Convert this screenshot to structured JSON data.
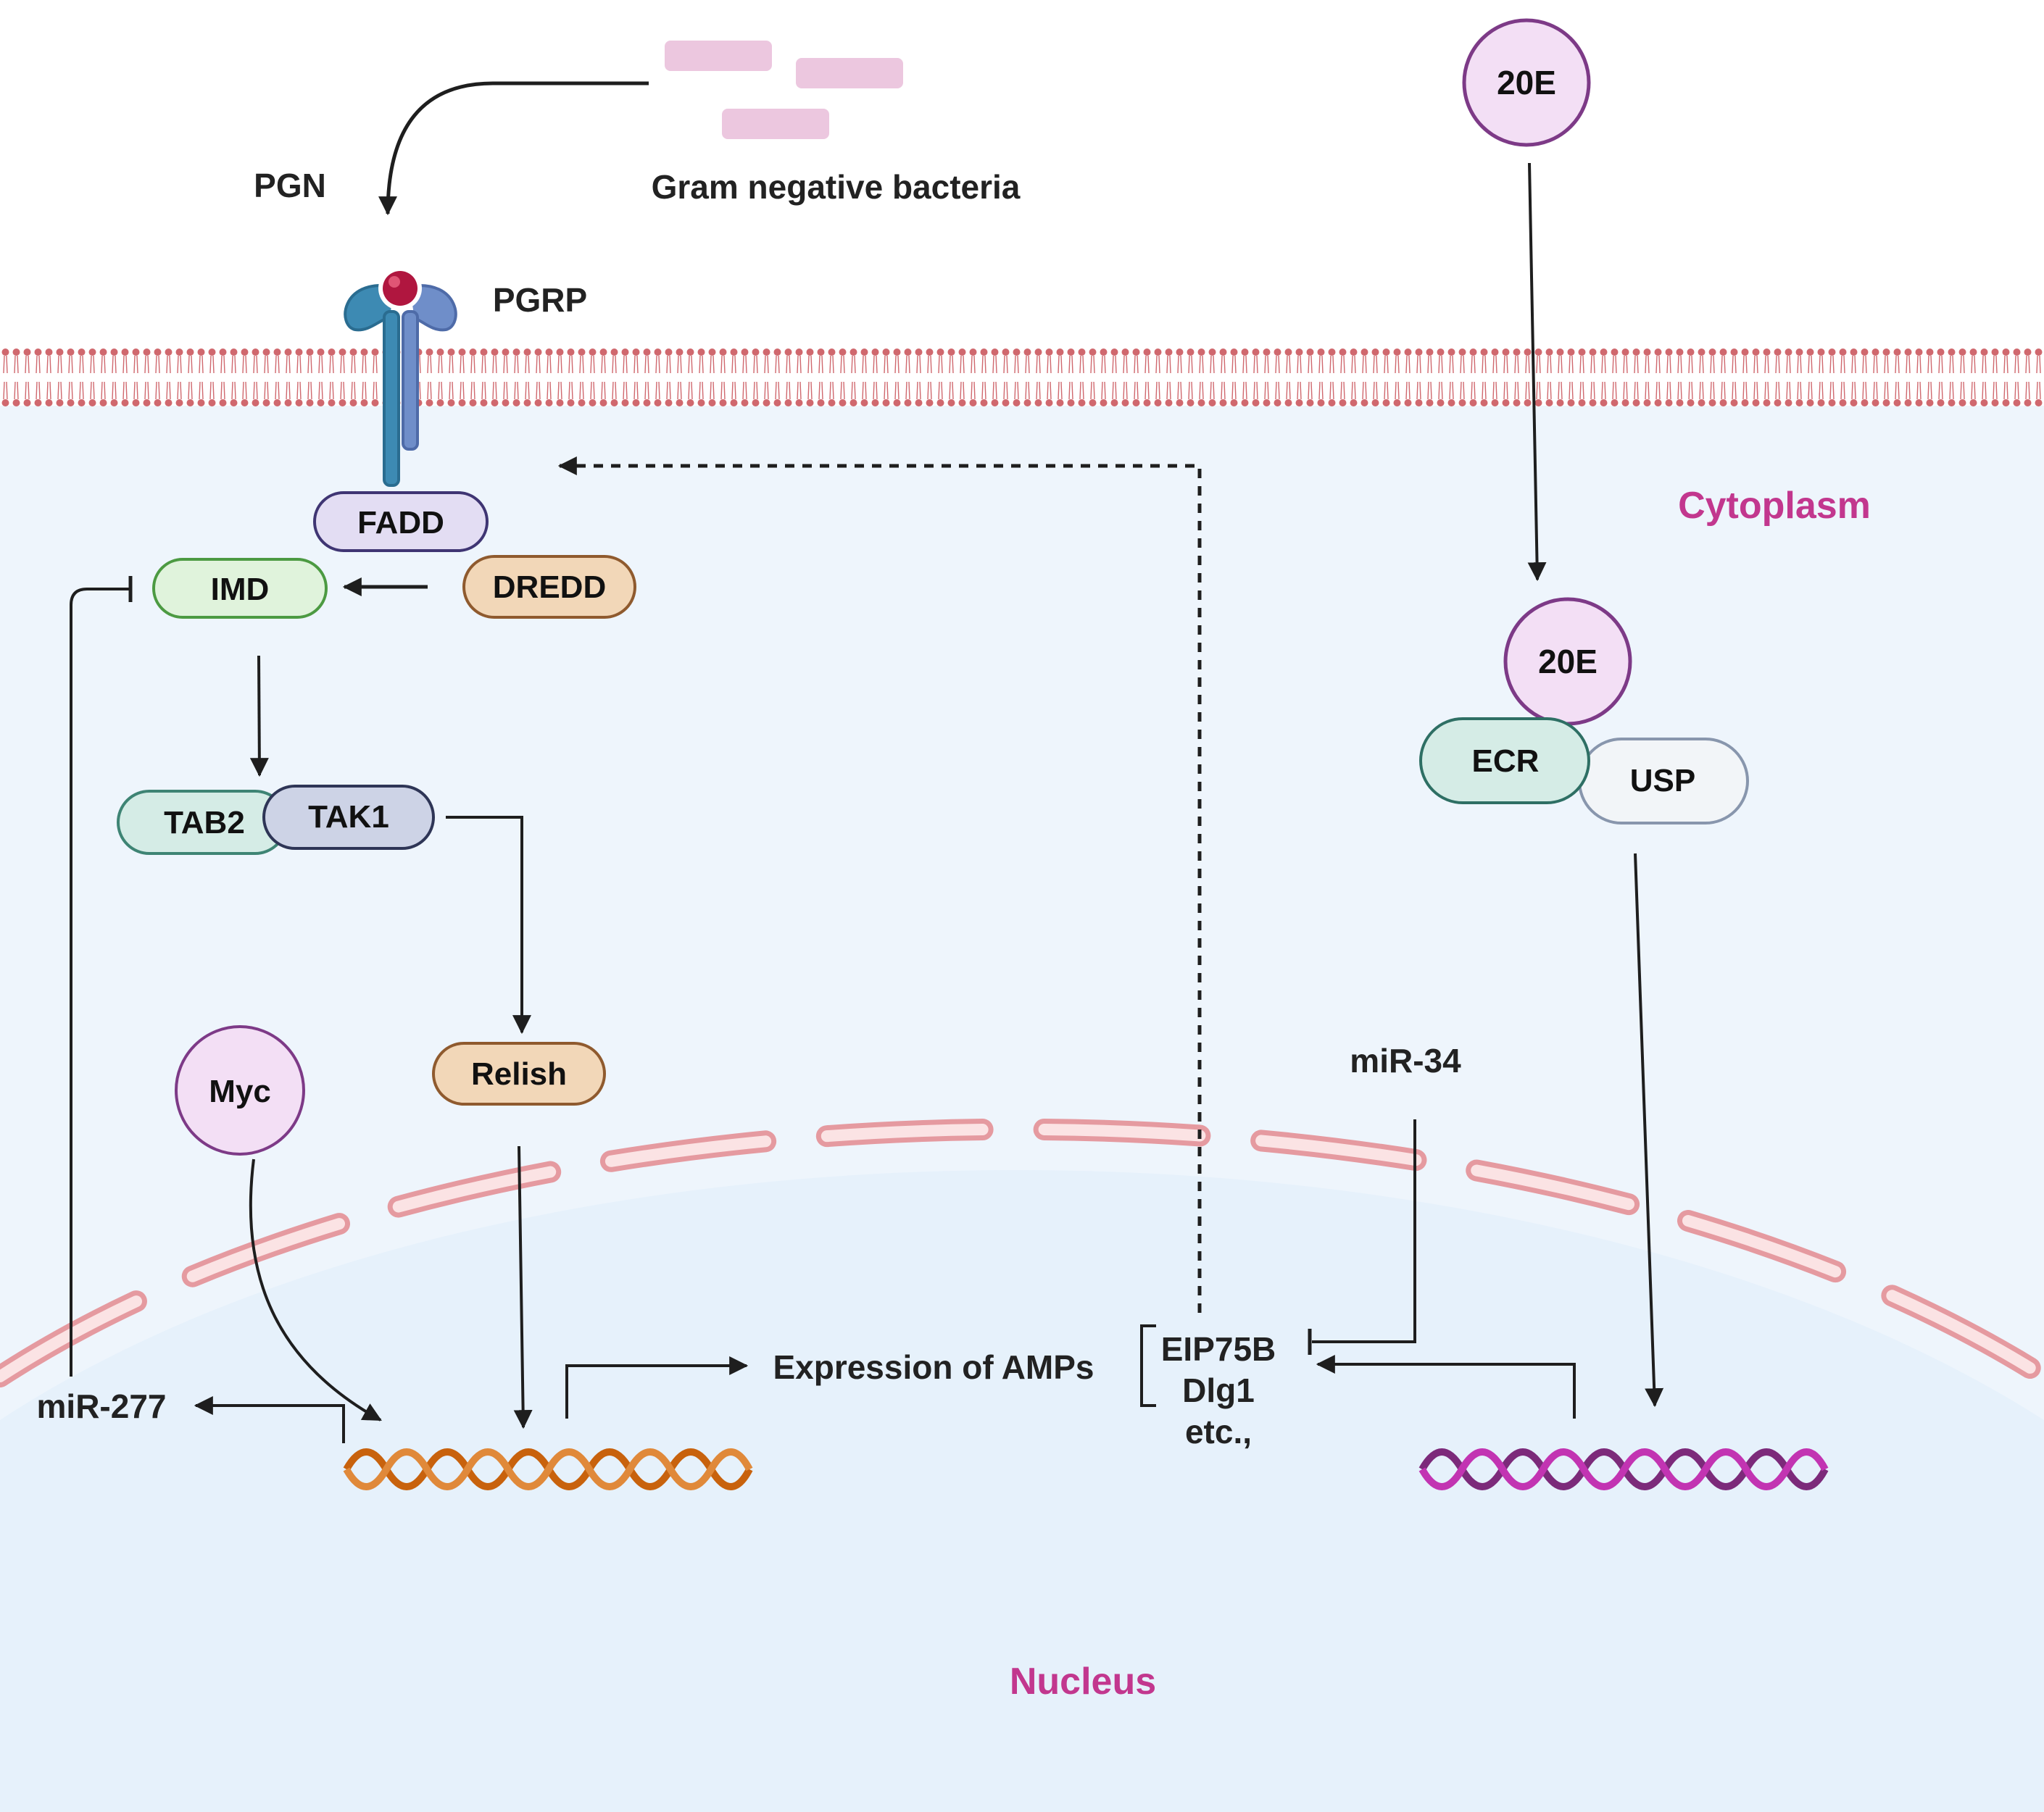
{
  "colors": {
    "membrane": "#d0686e",
    "cytoplasm": "#eef5fc",
    "nucleus": "#e8f2fb",
    "nuclear_envelope": "#f5b5b9",
    "compartment_label": "#c2378e",
    "arrow": "#1e1e1e",
    "bacteria": "#ecc7df",
    "dna_relish": "#c8620d",
    "dna_ecdysone": "#b5289f"
  },
  "labels": {
    "pgn": "PGN",
    "gram_negative_bacteria": "Gram negative bacteria",
    "pgrp": "PGRP",
    "cytoplasm": "Cytoplasm",
    "nucleus": "Nucleus",
    "expression_of_amps": "Expression of AMPs",
    "mir_277": "miR-277",
    "mir_34": "miR-34",
    "target_genes": [
      "EIP75B",
      "Dlg1",
      "etc.,"
    ]
  },
  "nodes": {
    "fadd": "FADD",
    "imd": "IMD",
    "dredd": "DREDD",
    "tab2": "TAB2",
    "tak1": "TAK1",
    "relish": "Relish",
    "myc": "Myc",
    "ecdysone_outside": "20E",
    "ecdysone_bound": "20E",
    "ecr": "ECR",
    "usp": "USP"
  },
  "icons": {
    "receptor": "pgrp-receptor-icon",
    "bacteria": "bacteria-rod-icon",
    "dna": "dna-helix-icon"
  }
}
